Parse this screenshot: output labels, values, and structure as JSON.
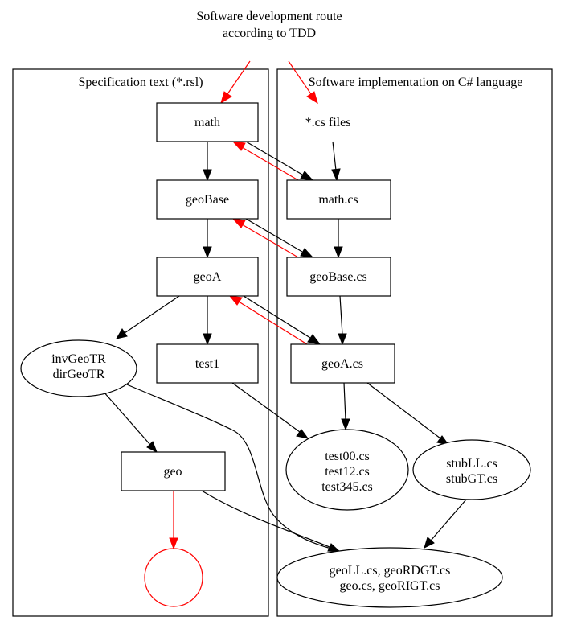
{
  "title": {
    "line1": "Software development route",
    "line2": "according to TDD"
  },
  "clusters": {
    "spec": {
      "label": "Specification text (*.rsl)"
    },
    "impl": {
      "label": "Software implementation on C# language"
    }
  },
  "nodes": {
    "math": {
      "label": "math",
      "shape": "box"
    },
    "geoBase": {
      "label": "geoBase",
      "shape": "box"
    },
    "geoA": {
      "label": "geoA",
      "shape": "box"
    },
    "test1": {
      "label": "test1",
      "shape": "box"
    },
    "invGeoTR": {
      "lines": [
        "invGeoTR",
        "dirGeoTR"
      ],
      "shape": "ellipse"
    },
    "geo": {
      "label": "geo",
      "shape": "box"
    },
    "end": {
      "label": "",
      "shape": "circle",
      "color": "#ff0000"
    },
    "csFiles": {
      "label": "*.cs files",
      "shape": "plaintext"
    },
    "mathCs": {
      "label": "math.cs",
      "shape": "box"
    },
    "geoBaseCs": {
      "label": "geoBase.cs",
      "shape": "box"
    },
    "geoACs": {
      "label": "geoA.cs",
      "shape": "box"
    },
    "tests": {
      "lines": [
        "test00.cs",
        "test12.cs",
        "test345.cs"
      ],
      "shape": "ellipse"
    },
    "stubs": {
      "lines": [
        "stubLL.cs",
        "stubGT.cs"
      ],
      "shape": "ellipse"
    },
    "geoImpl": {
      "lines": [
        "geoLL.cs,  geoRDGT.cs",
        "geo.cs, geoRIGT.cs"
      ],
      "shape": "ellipse"
    }
  },
  "edges": [
    {
      "from": "title",
      "to": "math",
      "color": "#ff0000"
    },
    {
      "from": "title",
      "to": "csFiles",
      "color": "#ff0000"
    },
    {
      "from": "math",
      "to": "geoBase",
      "color": "#000000"
    },
    {
      "from": "geoBase",
      "to": "geoA",
      "color": "#000000"
    },
    {
      "from": "geoA",
      "to": "invGeoTR",
      "color": "#000000"
    },
    {
      "from": "geoA",
      "to": "test1",
      "color": "#000000"
    },
    {
      "from": "invGeoTR",
      "to": "geo",
      "color": "#000000"
    },
    {
      "from": "geo",
      "to": "end",
      "color": "#ff0000"
    },
    {
      "from": "math",
      "to": "mathCs",
      "color": "#000000"
    },
    {
      "from": "mathCs",
      "to": "math",
      "color": "#ff0000"
    },
    {
      "from": "geoBase",
      "to": "geoBaseCs",
      "color": "#000000"
    },
    {
      "from": "geoBaseCs",
      "to": "geoBase",
      "color": "#ff0000"
    },
    {
      "from": "geoA",
      "to": "geoACs",
      "color": "#000000"
    },
    {
      "from": "geoACs",
      "to": "geoA",
      "color": "#ff0000"
    },
    {
      "from": "csFiles",
      "to": "mathCs",
      "color": "#000000"
    },
    {
      "from": "mathCs",
      "to": "geoBaseCs",
      "color": "#000000"
    },
    {
      "from": "geoBaseCs",
      "to": "geoACs",
      "color": "#000000"
    },
    {
      "from": "geoACs",
      "to": "tests",
      "color": "#000000"
    },
    {
      "from": "geoACs",
      "to": "stubs",
      "color": "#000000"
    },
    {
      "from": "test1",
      "to": "tests",
      "color": "#000000"
    },
    {
      "from": "stubs",
      "to": "geoImpl",
      "color": "#000000"
    },
    {
      "from": "geo",
      "to": "geoImpl",
      "color": "#000000"
    },
    {
      "from": "invGeoTR",
      "to": "geoImpl",
      "color": "#000000"
    }
  ]
}
